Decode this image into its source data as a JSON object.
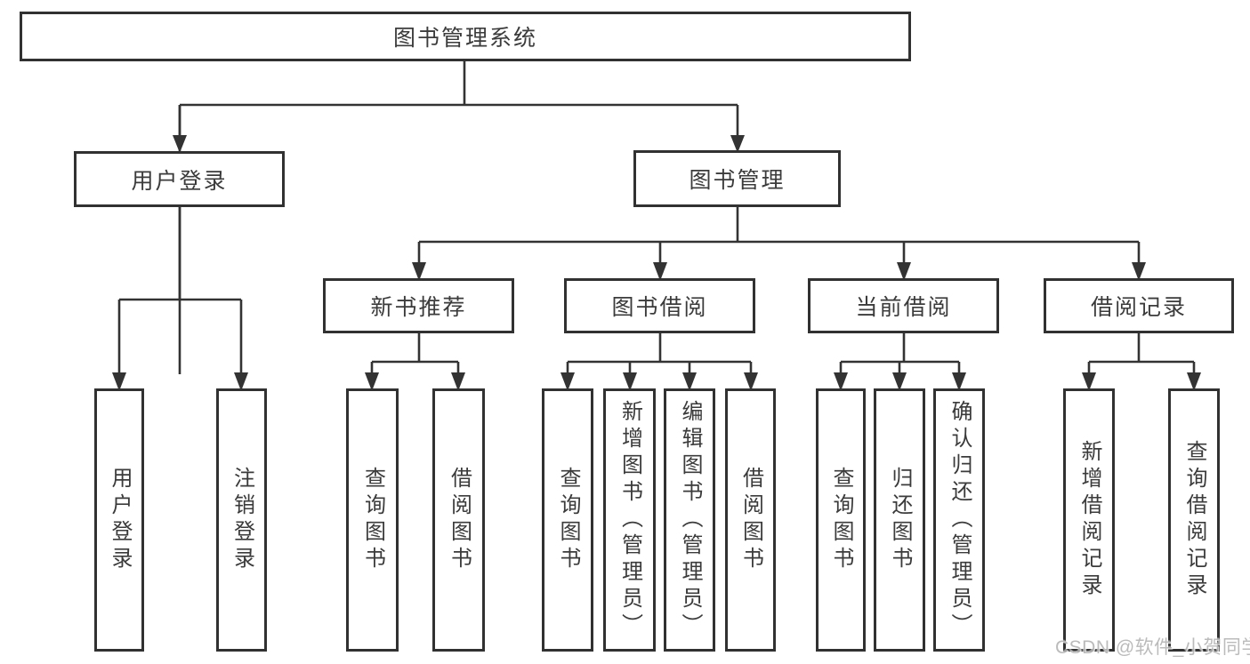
{
  "diagram": {
    "title": "图书管理系统",
    "level1": [
      {
        "label": "用户登录"
      },
      {
        "label": "图书管理"
      }
    ],
    "level2": [
      {
        "label": "新书推荐",
        "parent": "图书管理"
      },
      {
        "label": "图书借阅",
        "parent": "图书管理"
      },
      {
        "label": "当前借阅",
        "parent": "图书管理"
      },
      {
        "label": "借阅记录",
        "parent": "图书管理"
      }
    ],
    "leaves": [
      {
        "label": "用户登录",
        "parent": "用户登录"
      },
      {
        "label": "注销登录",
        "parent": "用户登录"
      },
      {
        "label": "查询图书",
        "parent": "新书推荐"
      },
      {
        "label": "借阅图书",
        "parent": "新书推荐"
      },
      {
        "label": "查询图书",
        "parent": "图书借阅"
      },
      {
        "label": "新增图书（管理员）",
        "parent": "图书借阅"
      },
      {
        "label": "编辑图书（管理员）",
        "parent": "图书借阅"
      },
      {
        "label": "借阅图书",
        "parent": "图书借阅"
      },
      {
        "label": "查询图书",
        "parent": "当前借阅"
      },
      {
        "label": "归还图书",
        "parent": "当前借阅"
      },
      {
        "label": "确认归还（管理员）",
        "parent": "当前借阅"
      },
      {
        "label": "新增借阅记录",
        "parent": "借阅记录"
      },
      {
        "label": "查询借阅记录",
        "parent": "借阅记录"
      }
    ],
    "colors": {
      "line": "#333333",
      "text": "#3b3b3b",
      "background": "#ffffff"
    }
  },
  "watermark": {
    "text": "CSDN @软件_小贺同学"
  }
}
